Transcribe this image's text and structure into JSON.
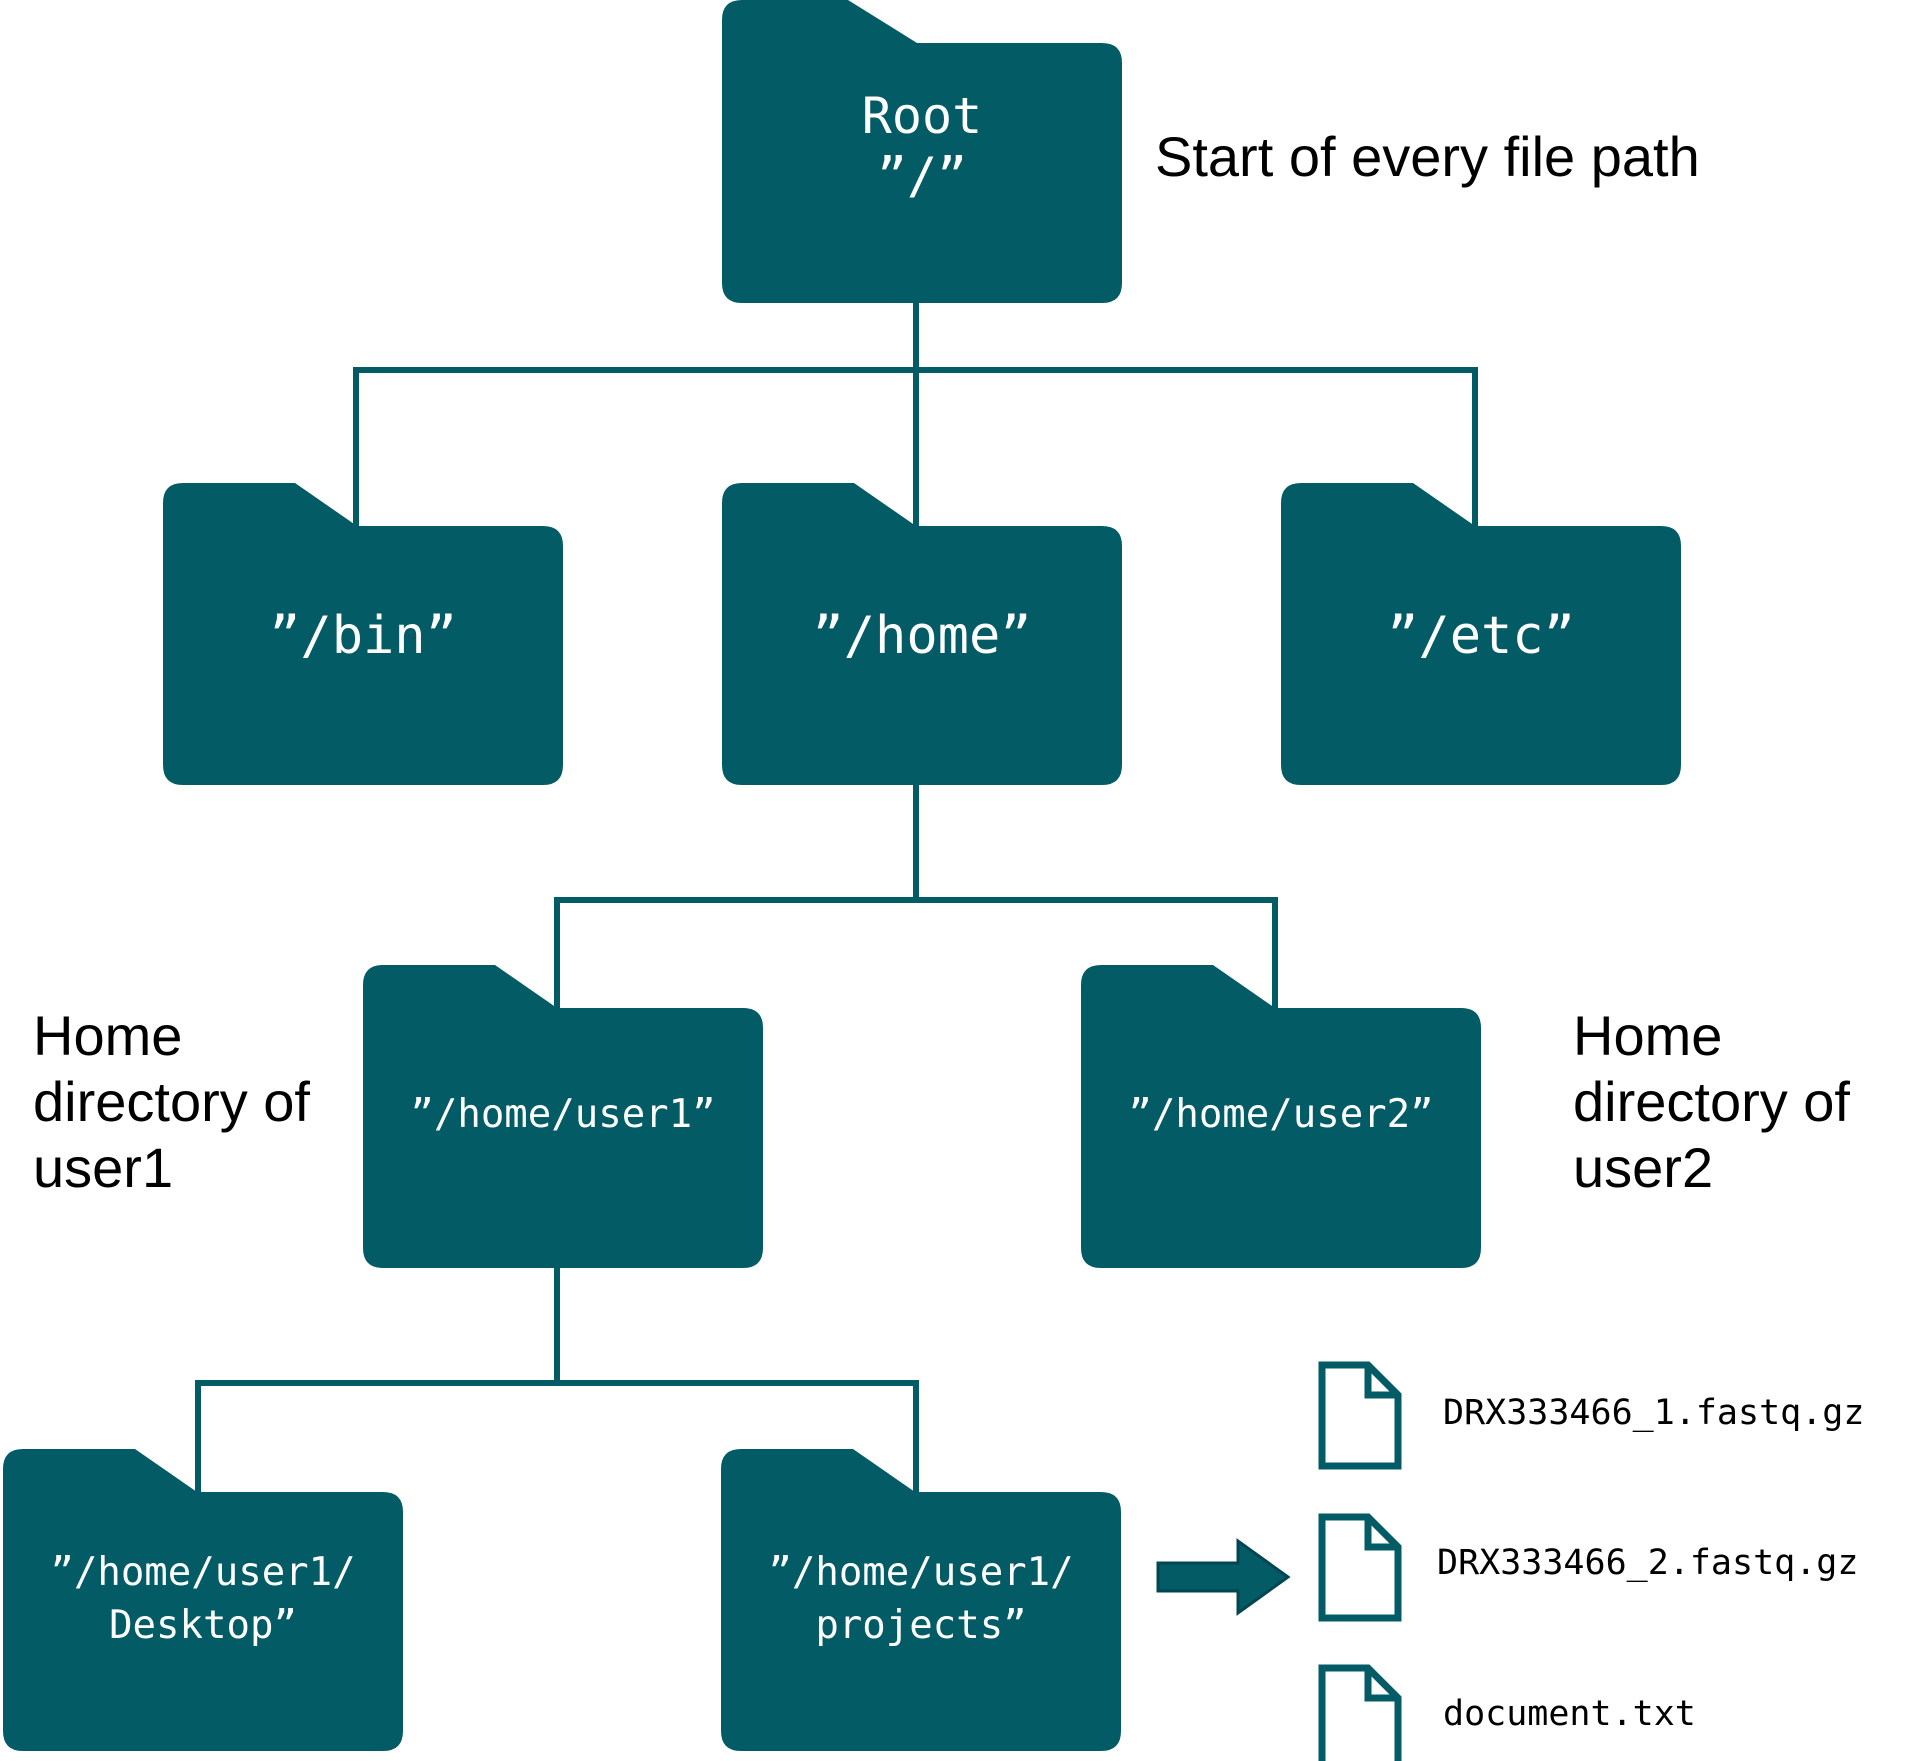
{
  "colors": {
    "folder": "#035b66",
    "folder_text": "#ffffff",
    "connector": "#035b66",
    "text": "#000000",
    "background": "#ffffff"
  },
  "folders": {
    "root": {
      "line1": "Root",
      "line2": "”/”"
    },
    "bin": {
      "label": "”/bin”"
    },
    "home": {
      "label": "”/home”"
    },
    "etc": {
      "label": "”/etc”"
    },
    "user1": {
      "label": "”/home/user1”"
    },
    "user2": {
      "label": "”/home/user2”"
    },
    "desktop": {
      "line1": "”/home/user1/",
      "line2": "Desktop”"
    },
    "projects": {
      "line1": "”/home/user1/",
      "line2": "projects”"
    }
  },
  "annotations": {
    "root_note": "Start of every file path",
    "user1_note": [
      "Home",
      "directory of",
      "user1"
    ],
    "user2_note": [
      "Home",
      "directory of",
      "user2"
    ]
  },
  "files": [
    {
      "name": "DRX333466_1.fastq.gz",
      "icon": "file-icon"
    },
    {
      "name": "DRX333466_2.fastq.gz",
      "icon": "file-icon"
    },
    {
      "name": "document.txt",
      "icon": "file-icon"
    }
  ],
  "arrow_icon": "right-arrow-icon"
}
